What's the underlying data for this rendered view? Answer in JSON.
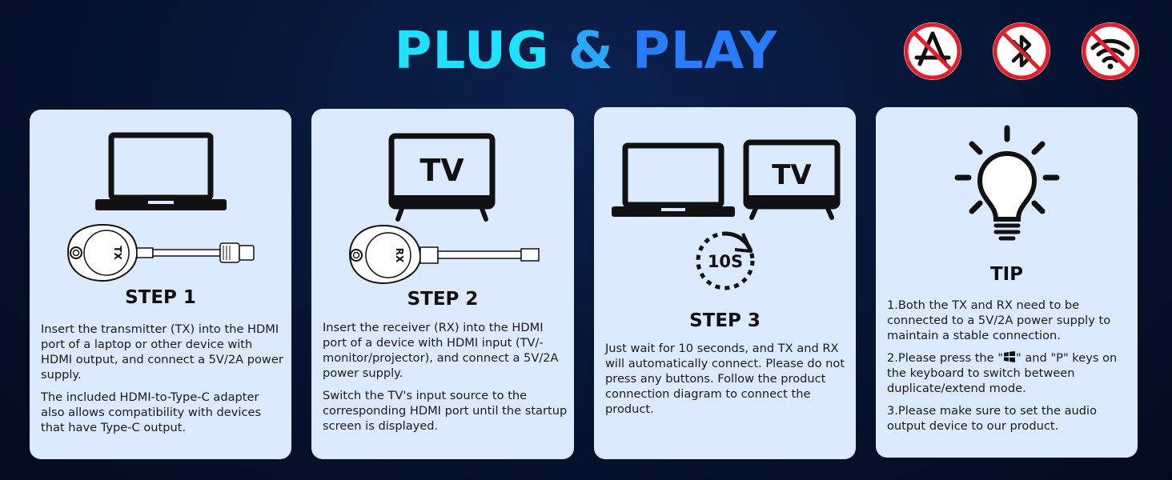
{
  "header": {
    "title_part1": "PLUG",
    "title_part2": "&",
    "title_part3": "PLAY",
    "no_icons": [
      "no-app-store-icon",
      "no-bluetooth-icon",
      "no-wifi-icon"
    ]
  },
  "colors": {
    "title_cyan": "#22e0ff",
    "title_blue": "#2a7cff",
    "card_bg": "#dbeaff",
    "prohibit_red": "#e0202a"
  },
  "step1": {
    "title": "STEP 1",
    "device_label": "TX",
    "para1": "Insert the transmitter (TX) into the HDMI port of a laptop or other device with HDMI output, and connect a 5V/2A power supply.",
    "para2": "The included HDMI-to-Type-C adapter also allows compatibility with devices that have Type-C output."
  },
  "step2": {
    "title": "STEP 2",
    "tv_label": "TV",
    "device_label": "RX",
    "para1": "Insert the receiver (RX) into the HDMI port of a device with HDMI input (TV/-monitor/projector), and connect a 5V/2A power supply.",
    "para2": "Switch the TV's input source to the corresponding HDMI port until the startup screen is displayed."
  },
  "step3": {
    "title": "STEP 3",
    "tv_label": "TV",
    "timer_label": "10S",
    "para1": "Just wait for 10 seconds, and TX and RX will automatically connect. Please do not press any buttons. Follow the product connection diagram to connect the product."
  },
  "tip": {
    "title": "TIP",
    "item1": "1.Both the TX and RX need to be connected to a 5V/2A power supply to maintain a stable connection.",
    "item2_before": "2.Please press the \"",
    "item2_after": "\" and \"P\" keys on the keyboard to switch between duplicate/extend mode.",
    "item3": "3.Please make sure to set the audio output device to our product."
  }
}
